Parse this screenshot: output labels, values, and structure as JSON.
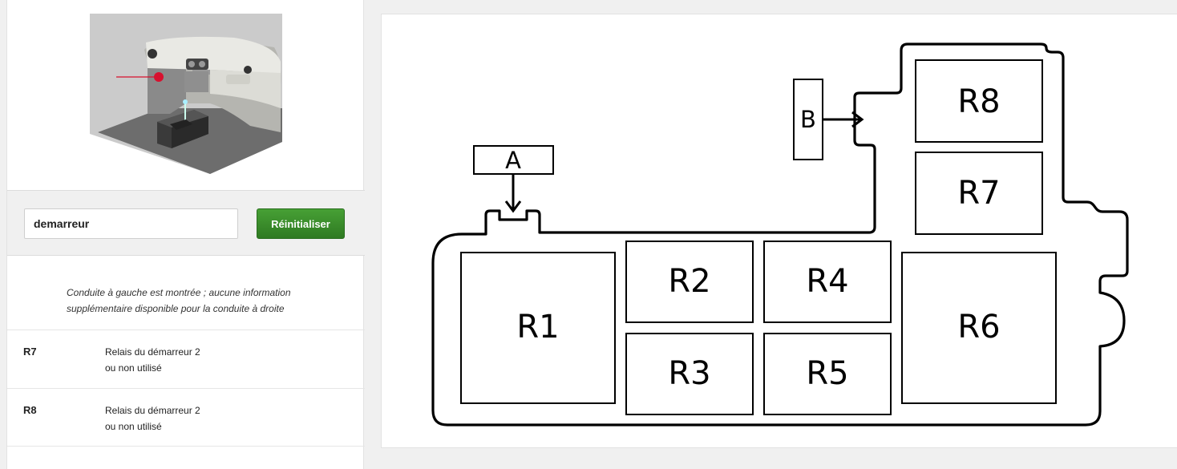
{
  "search": {
    "value": "demarreur"
  },
  "buttons": {
    "reset_label": "Réinitialiser"
  },
  "note": {
    "line1": "Conduite à gauche est montrée ; aucune information",
    "line2": "supplémentaire disponible pour la conduite à droite"
  },
  "relays": [
    {
      "code": "R7",
      "line1": "Relais du démarreur 2",
      "line2": "ou non utilisé"
    },
    {
      "code": "R8",
      "line1": "Relais du démarreur 2",
      "line2": "ou non utilisé"
    }
  ],
  "diagram": {
    "connectors": {
      "a": "A",
      "b": "B"
    },
    "relays": {
      "r1": "R1",
      "r2": "R2",
      "r3": "R3",
      "r4": "R4",
      "r5": "R5",
      "r6": "R6",
      "r7": "R7",
      "r8": "R8"
    }
  },
  "colors": {
    "accent_button": "#3b8a2c",
    "location_marker": "#d8102e"
  }
}
